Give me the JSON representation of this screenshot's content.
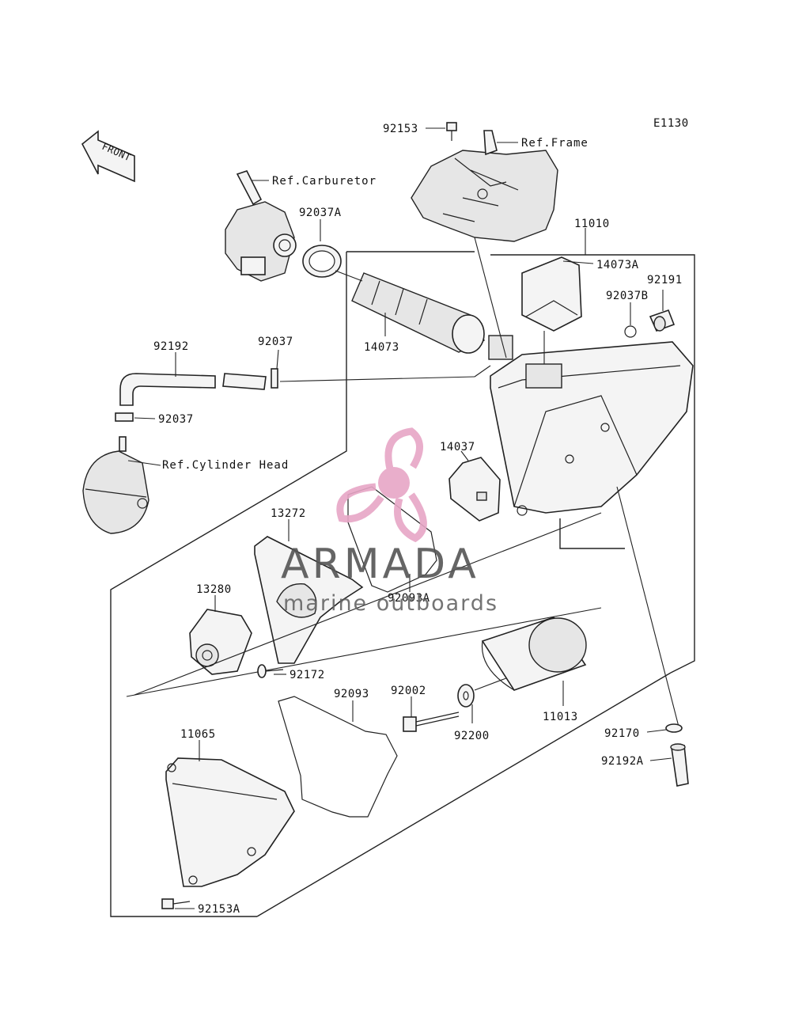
{
  "diagram_code": "E1130",
  "front_arrow_label": "FRONT",
  "refs": {
    "frame": "Ref.Frame",
    "carburetor": "Ref.Carburetor",
    "cylinder_head": "Ref.Cylinder Head"
  },
  "parts": {
    "p92153": "92153",
    "p11010": "11010",
    "p14073A": "14073A",
    "p92191": "92191",
    "p92037B": "92037B",
    "p92037A": "92037A",
    "p14073": "14073",
    "p92192": "92192",
    "p92037_top": "92037",
    "p92037_low": "92037",
    "p14037": "14037",
    "p13272": "13272",
    "p13280": "13280",
    "p92093A": "92093A",
    "p92172": "92172",
    "p92093": "92093",
    "p92002": "92002",
    "p92200": "92200",
    "p11013": "11013",
    "p92170": "92170",
    "p92192A": "92192A",
    "p11065": "11065",
    "p92153A": "92153A"
  },
  "watermark": {
    "brand": "ARMADA",
    "tagline": "marine outboards",
    "colors": {
      "logo": "#e7a6c6",
      "text": "#555555"
    }
  }
}
